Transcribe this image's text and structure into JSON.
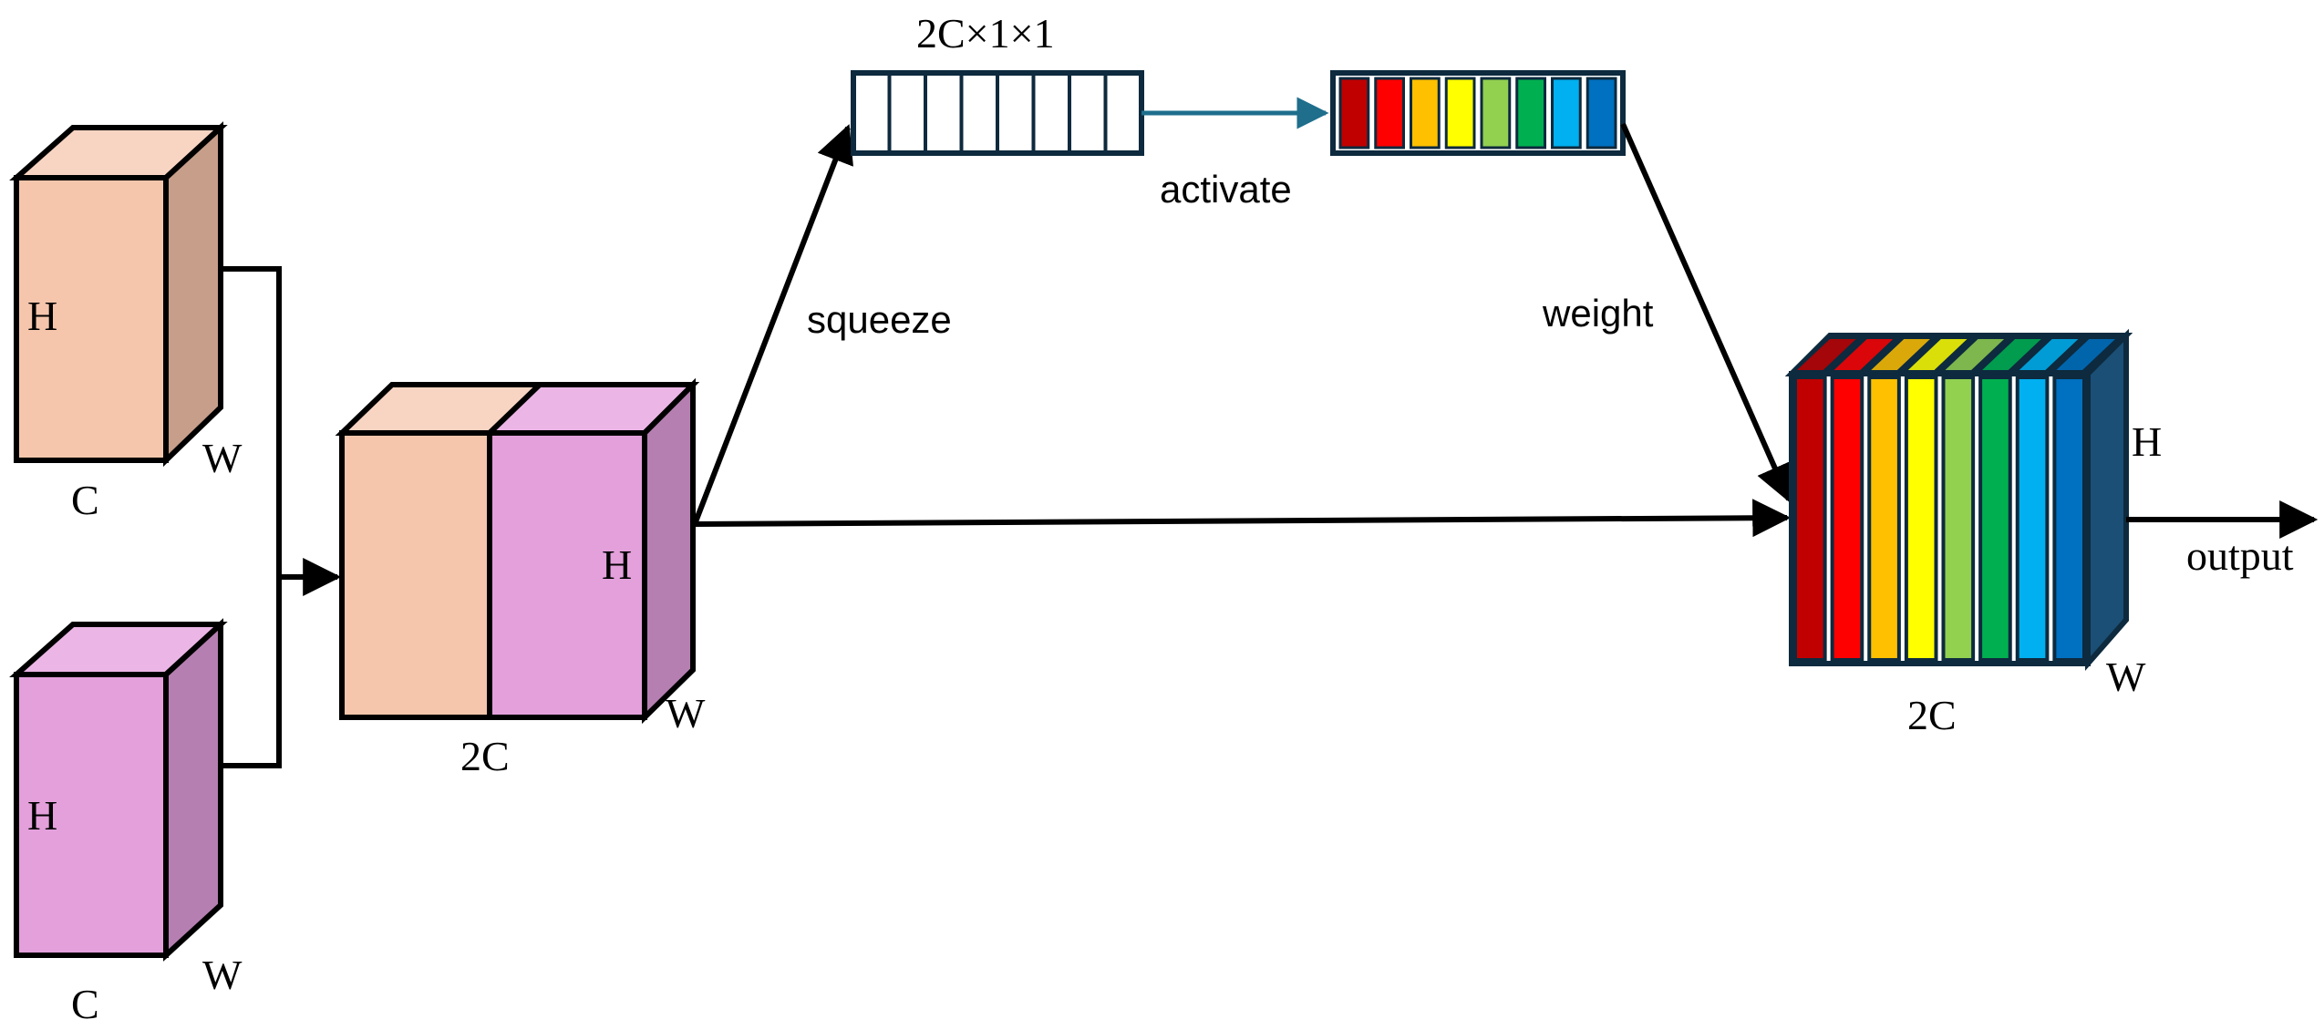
{
  "colors": {
    "peach_front": "#f5c6ac",
    "peach_top": "#f8d4c2",
    "peach_side": "#c69e8a",
    "pink_front": "#e3a0db",
    "pink_top": "#ebb6e6",
    "pink_side": "#b67fb1",
    "outline": "#000000",
    "dark_outline": "#0d2a3e",
    "teal_arrow": "#1e6e8c",
    "channels": [
      "#c00000",
      "#ff0000",
      "#ffc000",
      "#ffff00",
      "#92d050",
      "#00b050",
      "#00b0f0",
      "#0070c0"
    ]
  },
  "inputs": [
    {
      "h_label": "H",
      "w_label": "W",
      "c_label": "C",
      "color": "peach"
    },
    {
      "h_label": "H",
      "w_label": "W",
      "c_label": "C",
      "color": "pink"
    }
  ],
  "concat": {
    "h_label": "H",
    "w_label": "W",
    "c_label": "2C"
  },
  "squeeze": {
    "label": "squeeze",
    "vector_label": "2C×1×1",
    "cells": 8
  },
  "activate": {
    "label": "activate"
  },
  "weight": {
    "label": "weight"
  },
  "output": {
    "h_label": "H",
    "w_label": "W",
    "c_label": "2C",
    "arrow_label": "output"
  }
}
